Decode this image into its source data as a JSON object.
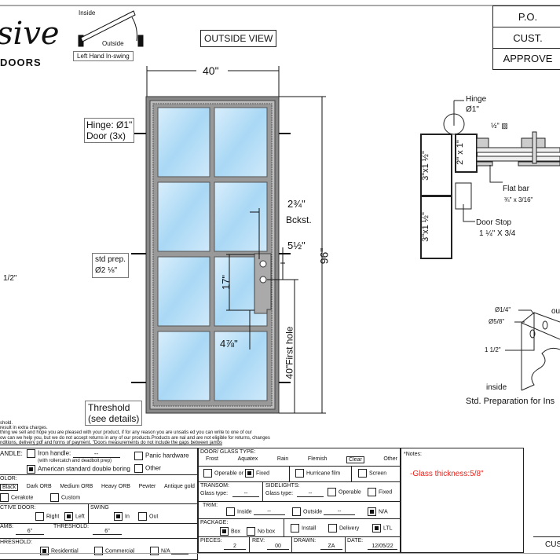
{
  "header": {
    "po": "P.O.",
    "cust": "CUST.",
    "approve": "APPROVE",
    "view": "OUTSIDE VIEW",
    "logo_script": "sive",
    "logo_sub": "DOORS"
  },
  "swing_diagram": {
    "inside": "Inside",
    "outside": "Outside",
    "caption": "Left Hand In-swing"
  },
  "door": {
    "width": "40\"",
    "height": "96\"",
    "hinge_label": "Hinge: Ø1\"",
    "hinge_count": "Door (3x)",
    "prep_label": "std prep.",
    "prep_dia": "Ø2 ⅛\"",
    "backset": "2¾\"",
    "backset_label": "Bckst.",
    "hole_spacing": "5½\"",
    "plate_height": "17\"",
    "plate_offset": "4⅞\"",
    "first_hole": "40\"First hole",
    "threshold": "Threshold",
    "threshold_sub": "(see details)",
    "left_dim": "1/2\""
  },
  "section": {
    "hinge": "Hinge",
    "hinge_dia": "Ø1\"",
    "bar_note": "½\" ▨",
    "frame1": "3\"x1 ½\"",
    "frame2": "3\"x1 ½\"",
    "door_frame": "2\" x 1\"",
    "flat_bar": "Flat bar",
    "flat_bar_size": "¾\" x 3/16\"",
    "door_stop": "Door Stop",
    "door_stop_size": "1 ¼\" X 3/4"
  },
  "prep_detail": {
    "d1": "Ø1/4\"",
    "d2": "Ø5/8\"",
    "d3": "1 1/2\"",
    "inside": "inside",
    "outside": "ou",
    "caption": "Std. Preparation for Ins"
  },
  "disclaimer": [
    "shold.",
    "result in extra charges.",
    "thing we sell and hope you are pleased with your product, if for any reason you are unsatis    ed you can write to one of our",
    "ow can we help you, but we do not accept returns in any of our products.Products are      nal and are not eligible for returns, changes",
    "nditions, delivery pdf and forms of payment. \"Doors measurements do not include the gaps between jambs"
  ],
  "form": {
    "handle": {
      "label": "ANDLE:",
      "iron": "Iron handle:",
      "iron_val": "--",
      "iron_note": "(with rollercatch and deadbolt prep)",
      "american": "American standard double boring",
      "panic": "Panic hardware",
      "other": "Other"
    },
    "color": {
      "label": "OLOR:",
      "options": [
        "Black",
        "Dark ORB",
        "Medium ORB",
        "Heavy ORB",
        "Pewter",
        "Antique gold"
      ],
      "cerakote": "Cerakote",
      "custom": "Custom"
    },
    "active_door": {
      "label": "CTIVE DOOR:",
      "right": "Right",
      "left": "Left"
    },
    "swing": {
      "label": "SWING",
      "in": "In",
      "out": "Out"
    },
    "jamb": {
      "label": "AMB:",
      "value": "6\"",
      "threshold_label": "THRESHOLD:",
      "threshold_value": "6\""
    },
    "threshold": {
      "label": "HRESHOLD:",
      "residential": "Residential",
      "commercial": "Commercial",
      "na": "N/A"
    },
    "glass": {
      "label": "DOOR/ GLASS TYPE:",
      "options": [
        "Frost",
        "Aquatex",
        "Rain",
        "Flemish",
        "Clear",
        "Other"
      ],
      "operable": "Operable",
      "or": "or",
      "fixed": "Fixed",
      "hurricane": "Hurricane film",
      "screen": "Screen"
    },
    "transom": {
      "label": "TRANSOM:",
      "glass": "Glass type:",
      "value": "--"
    },
    "sidelights": {
      "label": "SIDELIGHTS:",
      "glass": "Glass type:",
      "value": "--",
      "operable": "Operable",
      "fixed": "Fixed"
    },
    "trim": {
      "label": "TRIM:",
      "inside": "Inside",
      "inside_val": "--",
      "outside": "Outside",
      "outside_val": "--",
      "na": "N/A"
    },
    "package": {
      "label": "PACKAGE:",
      "box": "Box",
      "nobox": "No box",
      "install": "Install",
      "delivery": "Delivery",
      "ltl": "LTL"
    },
    "pieces": {
      "label": "PIECES:",
      "value": "2"
    },
    "rev": {
      "label": "REV:",
      "value": "00"
    },
    "drawn": {
      "label": "DRAWN:",
      "value": "ZA"
    },
    "date": {
      "label": "DATE:",
      "value": "12/05/22"
    },
    "notes": {
      "label": "*Notes:",
      "text": "-Glass thickness:5/8\""
    },
    "cust_sig": "CUS"
  },
  "colors": {
    "glass": "#a9d8f5",
    "frame": "#555555",
    "note": "#e8231c"
  }
}
